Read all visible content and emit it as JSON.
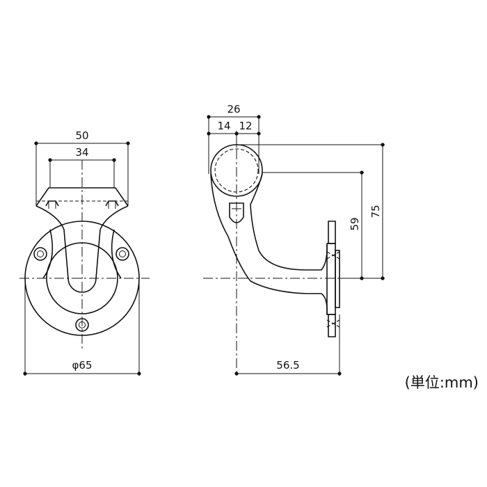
{
  "front_view": {
    "dim_top_width": "50",
    "dim_inner_width": "34",
    "dim_diameter": "φ65"
  },
  "side_view": {
    "dim_total_width": "26",
    "dim_left_part": "14",
    "dim_right_part": "12",
    "dim_height_to_center": "59",
    "dim_total_height": "75",
    "dim_projection": "56.5"
  },
  "unit_note": "(単位:mm)"
}
